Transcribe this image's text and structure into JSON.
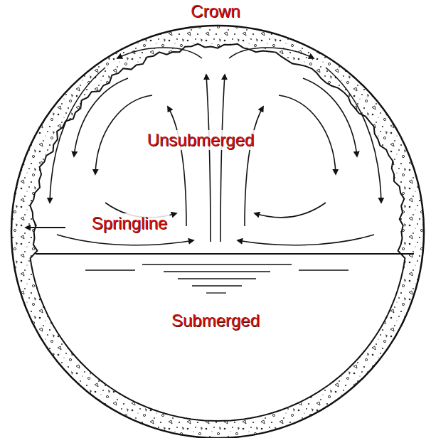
{
  "diagram": {
    "labels": [
      "Crown",
      "Unsubmerged",
      "Springline",
      "Submerged"
    ]
  }
}
